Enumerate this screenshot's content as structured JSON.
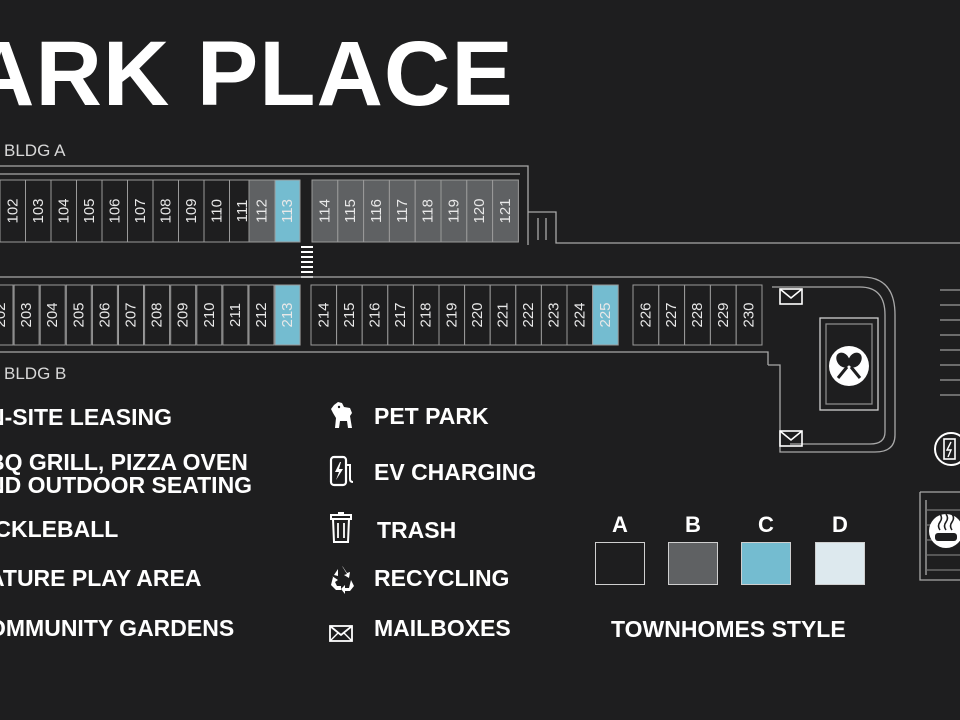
{
  "title": "ARK PLACE",
  "buildings": {
    "a_label": "BLDG A",
    "b_label": "BLDG B",
    "a_units": [
      {
        "num": "102",
        "style": "A"
      },
      {
        "num": "103",
        "style": "A"
      },
      {
        "num": "104",
        "style": "A"
      },
      {
        "num": "105",
        "style": "A"
      },
      {
        "num": "106",
        "style": "A"
      },
      {
        "num": "107",
        "style": "A"
      },
      {
        "num": "108",
        "style": "A"
      },
      {
        "num": "109",
        "style": "A"
      },
      {
        "num": "110",
        "style": "A"
      },
      {
        "num": "111",
        "style": "A"
      },
      {
        "num": "112",
        "style": "B"
      },
      {
        "num": "113",
        "style": "C"
      },
      {
        "num": "114",
        "style": "B"
      },
      {
        "num": "115",
        "style": "B"
      },
      {
        "num": "116",
        "style": "B"
      },
      {
        "num": "117",
        "style": "B"
      },
      {
        "num": "118",
        "style": "B"
      },
      {
        "num": "119",
        "style": "B"
      },
      {
        "num": "120",
        "style": "B"
      },
      {
        "num": "121",
        "style": "B"
      }
    ],
    "b_units": [
      {
        "num": "202",
        "style": "A"
      },
      {
        "num": "203",
        "style": "A"
      },
      {
        "num": "204",
        "style": "A"
      },
      {
        "num": "205",
        "style": "A"
      },
      {
        "num": "206",
        "style": "A"
      },
      {
        "num": "207",
        "style": "A"
      },
      {
        "num": "208",
        "style": "A"
      },
      {
        "num": "209",
        "style": "A"
      },
      {
        "num": "210",
        "style": "A"
      },
      {
        "num": "211",
        "style": "A"
      },
      {
        "num": "212",
        "style": "A"
      },
      {
        "num": "213",
        "style": "C"
      },
      {
        "num": "214",
        "style": "A"
      },
      {
        "num": "215",
        "style": "A"
      },
      {
        "num": "216",
        "style": "A"
      },
      {
        "num": "217",
        "style": "A"
      },
      {
        "num": "218",
        "style": "A"
      },
      {
        "num": "219",
        "style": "A"
      },
      {
        "num": "220",
        "style": "A"
      },
      {
        "num": "221",
        "style": "A"
      },
      {
        "num": "222",
        "style": "A"
      },
      {
        "num": "223",
        "style": "A"
      },
      {
        "num": "224",
        "style": "A"
      },
      {
        "num": "225",
        "style": "C"
      },
      {
        "num": "226",
        "style": "A"
      },
      {
        "num": "227",
        "style": "A"
      },
      {
        "num": "228",
        "style": "A"
      },
      {
        "num": "229",
        "style": "A"
      },
      {
        "num": "230",
        "style": "A"
      }
    ]
  },
  "amenities_left": [
    {
      "label": "N-SITE LEASING"
    },
    {
      "label": "BQ GRILL, PIZZA OVEN",
      "label2": "ND OUTDOOR SEATING"
    },
    {
      "label": "ICKLEBALL"
    },
    {
      "label": "ATURE PLAY AREA"
    },
    {
      "label": "OMMUNITY GARDENS"
    }
  ],
  "amenities_mid": [
    {
      "label": "PET PARK",
      "icon": "dog-icon"
    },
    {
      "label": "EV CHARGING",
      "icon": "ev-charger-icon"
    },
    {
      "label": "TRASH",
      "icon": "trash-can-icon"
    },
    {
      "label": "RECYCLING",
      "icon": "recycling-icon"
    },
    {
      "label": "MAILBOXES",
      "icon": "mail-icon"
    }
  ],
  "townhome_styles": {
    "caption": "TOWNHOMES STYLE",
    "styles": [
      {
        "letter": "A",
        "color": "#1e1e1f"
      },
      {
        "letter": "B",
        "color": "#5f6163"
      },
      {
        "letter": "C",
        "color": "#74bcd0"
      },
      {
        "letter": "D",
        "color": "#dde9ee"
      }
    ]
  },
  "colors": {
    "background": "#1e1e1f",
    "outline": "#bdbdbd"
  }
}
